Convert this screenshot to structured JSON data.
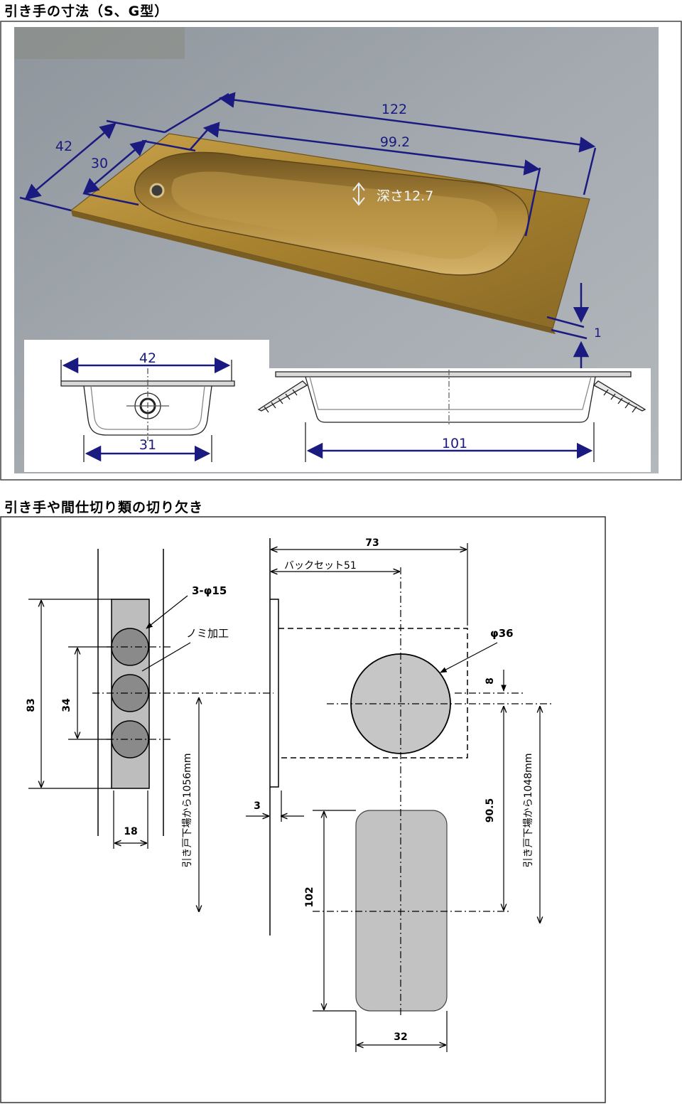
{
  "section1": {
    "title": "引き手の寸法（S、G型）",
    "photo_dims": {
      "d122": "122",
      "d99": "99.2",
      "d42": "42",
      "d30": "30",
      "depth": "深さ12.7",
      "d1": "1"
    },
    "inset_dims": {
      "w42": "42",
      "w31": "31",
      "w101": "101"
    }
  },
  "section2": {
    "title": "引き手や間仕切り類の切り欠き",
    "labels": {
      "holes": "3-φ15",
      "nomi": "ノミ加工",
      "d83": "83",
      "d34": "34",
      "d18": "18",
      "from_floor_left": "引き戸下場から1056mm",
      "d73": "73",
      "backset": "バックセット51",
      "phi36": "φ36",
      "d8": "8",
      "d3": "3",
      "d90": "90.5",
      "from_floor_right": "引き戸下場から1048mm",
      "d102": "102",
      "d32": "32"
    }
  },
  "colors": {
    "dim_line": "#1a1a80",
    "brass": "#b08a35",
    "cut_gray": "#b8b8b8",
    "hole_gray": "#8a8a8a"
  }
}
